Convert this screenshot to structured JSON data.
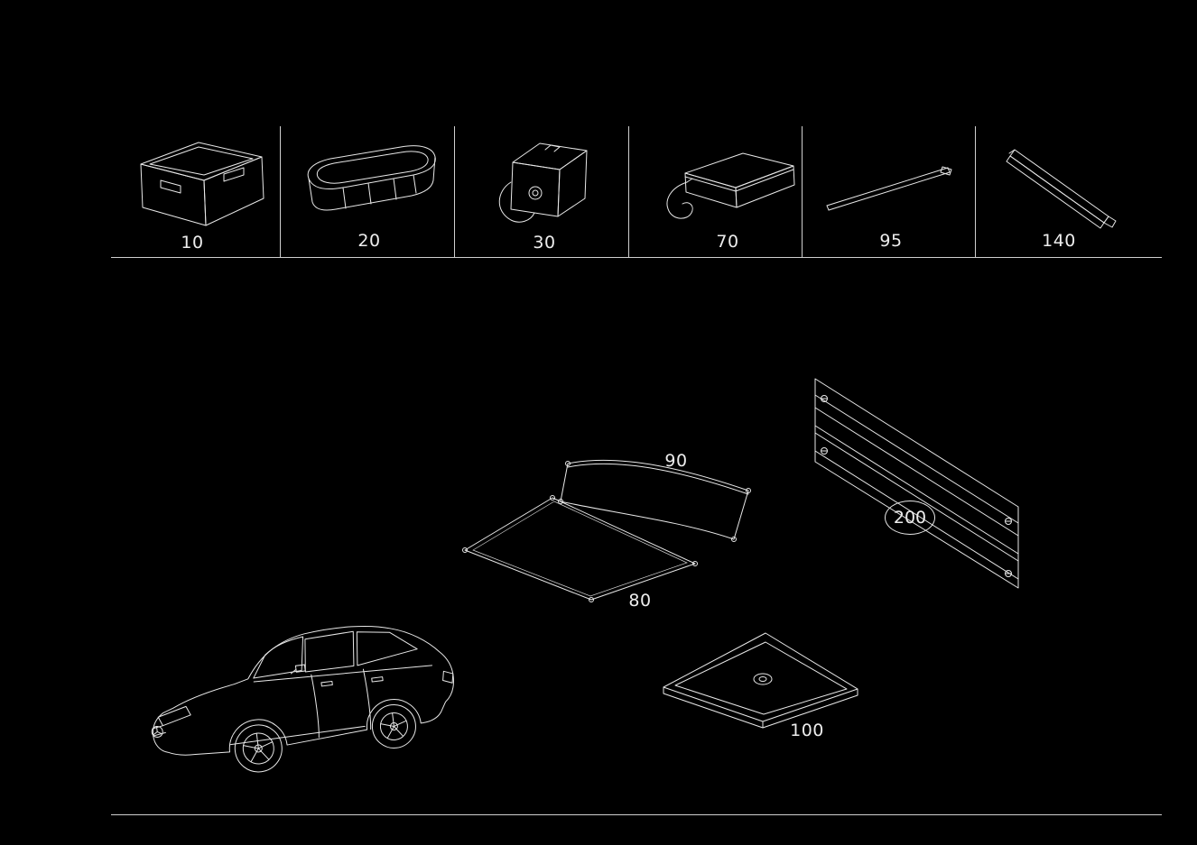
{
  "canvas": {
    "background": "#000000",
    "line_color": "#e8e8e8",
    "label_color": "#ededed"
  },
  "top_row": {
    "parts": [
      {
        "label": "10",
        "name": "folding-crate"
      },
      {
        "label": "20",
        "name": "storage-tub"
      },
      {
        "label": "30",
        "name": "collapsible-box"
      },
      {
        "label": "70",
        "name": "cargo-block-with-cord"
      },
      {
        "label": "95",
        "name": "trim-strip"
      },
      {
        "label": "140",
        "name": "loading-edge-rail"
      }
    ]
  },
  "main_area": {
    "callouts": [
      {
        "label": "90",
        "name": "luggage-net-upper"
      },
      {
        "label": "80",
        "name": "luggage-net-floor"
      },
      {
        "label": "100",
        "name": "luggage-compartment-tray"
      },
      {
        "label": "200",
        "name": "partition-grid",
        "circled": true
      }
    ],
    "vehicle": {
      "name": "vehicle-wireframe"
    }
  }
}
